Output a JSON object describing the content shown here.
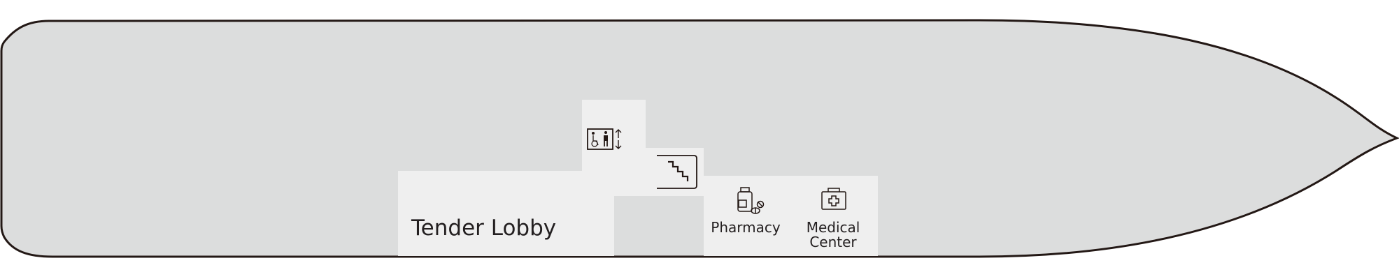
{
  "colors": {
    "hull_fill": "#dcdddd",
    "hull_stroke": "#231815",
    "room_fill": "#efefef",
    "icon_stroke": "#231815",
    "text": "#231f20"
  },
  "labels": {
    "tender_lobby": "Tender Lobby",
    "pharmacy": "Pharmacy",
    "medical_line1": "Medical",
    "medical_line2": "Center"
  },
  "icons": {
    "elevator": "accessible-elevator-icon",
    "stairs": "stairs-icon",
    "pharmacy": "pharmacy-icon",
    "medical": "first-aid-kit-icon"
  }
}
